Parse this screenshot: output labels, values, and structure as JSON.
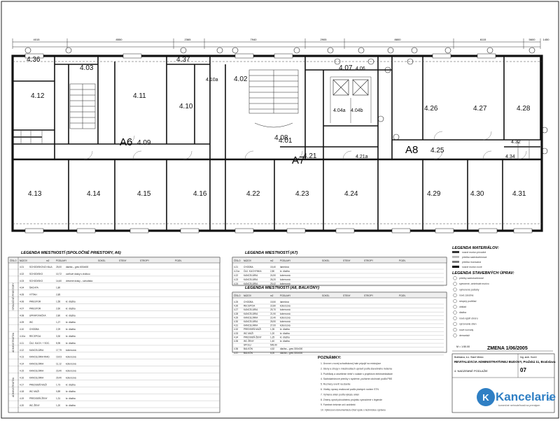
{
  "plan": {
    "rooms": [
      {
        "id": "4.36"
      },
      {
        "id": "4.03"
      },
      {
        "id": "4.37"
      },
      {
        "id": "4.12"
      },
      {
        "id": "4.11"
      },
      {
        "id": "4.10"
      },
      {
        "id": "4.10a"
      },
      {
        "id": "4.02"
      },
      {
        "id": "4.08"
      },
      {
        "id": "4.01"
      },
      {
        "id": "4.09"
      },
      {
        "id": "4.07"
      },
      {
        "id": "4.06"
      },
      {
        "id": "4.04a"
      },
      {
        "id": "4.04b"
      },
      {
        "id": "4.21"
      },
      {
        "id": "4.21a"
      },
      {
        "id": "4.26"
      },
      {
        "id": "4.27"
      },
      {
        "id": "4.28"
      },
      {
        "id": "4.32"
      },
      {
        "id": "4.25"
      },
      {
        "id": "4.34"
      },
      {
        "id": "4.13"
      },
      {
        "id": "4.14"
      },
      {
        "id": "4.15"
      },
      {
        "id": "4.16"
      },
      {
        "id": "4.22"
      },
      {
        "id": "4.23"
      },
      {
        "id": "4.24"
      },
      {
        "id": "4.29"
      },
      {
        "id": "4.30"
      },
      {
        "id": "4.31"
      }
    ],
    "zones": [
      "A6",
      "A7",
      "A8"
    ],
    "top_dims": [
      "4015",
      "8550",
      "2365",
      "7940",
      "2905",
      "8800",
      "6115",
      "5600",
      "1450"
    ]
  },
  "legend_a6": {
    "title": "LEGENDA MIESTNOSTÍ (SPOLOČNÉ PRIESTORY, A6)",
    "headers": [
      "ČÍSLO",
      "NÁZOV",
      "m2",
      "PODLAHY",
      "SOKEL",
      "STENY",
      "STROPY",
      "POZN."
    ],
    "group_labels": [
      "SPOLOČNÉ PRIESTORY",
      "ADMINISTRATÍVA",
      "ADMINISTRATÍVA"
    ],
    "rows": [
      [
        "4.01",
        "SCHODISKOVÁ HALA",
        "25,00",
        "dlažba – gres 600x600",
        "",
        "",
        "",
        "",
        ""
      ],
      [
        "4.02",
        "SCHODISKO",
        "10,72",
        "oceľové dosky s vložkou",
        "",
        "",
        "",
        "",
        ""
      ],
      [
        "4.03",
        "SCHODISKO",
        "14,60",
        "drevené dosky – schodisko",
        "",
        "",
        "",
        "",
        ""
      ],
      [
        "4.04",
        "ŠACHTA",
        "1,80",
        "",
        "",
        "",
        "",
        "",
        ""
      ],
      [
        "4.05",
        "VÝŤAH",
        "2,85",
        "",
        "",
        "",
        "",
        "",
        ""
      ],
      [
        "4.06",
        "PRIESTOR",
        "1,55",
        "kr. dlažba",
        "",
        "",
        "",
        "",
        ""
      ],
      [
        "4.07",
        "PRIESTOR",
        "2,60",
        "kr. dlažba",
        "",
        "",
        "",
        "",
        ""
      ],
      [
        "4.08",
        "UPRATOVAČKA",
        "2,80",
        "kr. dlažba",
        "",
        "",
        "",
        "",
        ""
      ],
      [
        "4.09",
        "WC",
        "1,27",
        "kr. dlažba",
        "",
        "",
        "",
        "",
        ""
      ],
      [
        "4.10",
        "CHODBA",
        "2,29",
        "kr. dlažba",
        "",
        "",
        "",
        "",
        ""
      ],
      [
        "4.10a",
        "RECEPCIA",
        "3,30",
        "kr. dlažba",
        "",
        "",
        "",
        "",
        ""
      ],
      [
        "4.11",
        "ČAJ. KUCH. + SOC.",
        "5,95",
        "kr. dlažba",
        "",
        "",
        "",
        "",
        ""
      ],
      [
        "4.12",
        "KANCELÁRIA",
        "17,79",
        "kobercová",
        "",
        "",
        "",
        "",
        ""
      ],
      [
        "4.13",
        "KANCELÁRIA RIAD.",
        "19,03",
        "kobercová",
        "",
        "",
        "",
        "",
        ""
      ],
      [
        "4.14",
        "KANCELÁRIA",
        "11,12",
        "kobercová",
        "",
        "",
        "",
        "",
        ""
      ],
      [
        "4.15",
        "KANCELÁRIA",
        "23,40",
        "kobercová",
        "",
        "",
        "",
        "",
        ""
      ],
      [
        "4.16",
        "KANCELÁRIA",
        "29,40",
        "kobercová",
        "",
        "",
        "",
        "",
        ""
      ],
      [
        "4.17",
        "PREDSIEŇ MUŽI",
        "1,73",
        "kr. dlažba",
        "",
        "",
        "",
        "",
        ""
      ],
      [
        "4.18",
        "WC MUŽI",
        "0,89",
        "kr. dlažba",
        "",
        "",
        "",
        "",
        ""
      ],
      [
        "4.19",
        "PREDSIEŇ ŽENY",
        "1,31",
        "kr. dlažba",
        "",
        "",
        "",
        "",
        ""
      ],
      [
        "4.20",
        "WC ŽENY",
        "1,20",
        "kr. dlažba",
        "",
        "",
        "",
        "",
        ""
      ]
    ]
  },
  "legend_a7": {
    "title": "LEGENDA MIESTNOSTÍ (A7)",
    "rows": [
      [
        "4.21",
        "CHODBA",
        "15,40",
        "lamelová",
        "",
        "",
        "",
        "",
        ""
      ],
      [
        "4.21a",
        "ČAJ. KUCHYNKA",
        "2,80",
        "kr. dlažba",
        "",
        "",
        "",
        "",
        ""
      ],
      [
        "4.22",
        "KANCELÁRIA",
        "24,90",
        "kobercová",
        "",
        "",
        "",
        "",
        ""
      ],
      [
        "4.23",
        "KANCELÁRIA",
        "26,20",
        "kobercová",
        "",
        "",
        "",
        "",
        ""
      ],
      [
        "4.24",
        "KANCELÁRIA",
        "25,42",
        "kobercová",
        "",
        "",
        "",
        "",
        ""
      ]
    ]
  },
  "legend_a8": {
    "title": "LEGENDA MIESTNOSTÍ (A8, BALKÓNY)",
    "rows": [
      [
        "4.25",
        "CHODBA",
        "15,50",
        "lamelová",
        "",
        "",
        "",
        "",
        ""
      ],
      [
        "4.26",
        "RECEPCIA",
        "22,80",
        "kobercová",
        "",
        "",
        "",
        "",
        ""
      ],
      [
        "4.27",
        "KANCELÁRIA",
        "25,70",
        "kobercová",
        "",
        "",
        "",
        "",
        ""
      ],
      [
        "4.28",
        "KANCELÁRIA",
        "21,90",
        "kobercová",
        "",
        "",
        "",
        "",
        ""
      ],
      [
        "4.29",
        "KANCELÁRIA",
        "22,40",
        "kobercová",
        "",
        "",
        "",
        "",
        ""
      ],
      [
        "4.30",
        "KANCELÁRIA",
        "26,90",
        "kobercová",
        "",
        "",
        "",
        "",
        ""
      ],
      [
        "4.31",
        "KANCELÁRIA",
        "27,00",
        "kobercová",
        "",
        "",
        "",
        "",
        ""
      ],
      [
        "4.32",
        "PREDSIEŇ MUŽI",
        "1,35",
        "kr. dlažba",
        "",
        "",
        "",
        "",
        ""
      ],
      [
        "4.33",
        "WC MUŽI",
        "1,20",
        "kr. dlažba",
        "",
        "",
        "",
        "",
        ""
      ],
      [
        "4.34",
        "PREDSIEŇ ŽENY",
        "1,25",
        "kr. dlažba",
        "",
        "",
        "",
        "",
        ""
      ],
      [
        "4.35",
        "WC ŽENY",
        "1,40",
        "kr. dlažba",
        "",
        "",
        "",
        "",
        ""
      ],
      [
        "",
        "SPOLU",
        "505,90",
        "",
        "",
        "",
        "",
        "",
        ""
      ],
      [
        "4.36",
        "BALKÓN",
        "4,52",
        "dlažba – gres 300x300",
        "",
        "",
        "",
        "",
        ""
      ],
      [
        "4.37",
        "BALKÓN",
        "6,00",
        "dlažba – gres 300x300",
        "",
        "",
        "",
        "",
        ""
      ]
    ]
  },
  "notes": {
    "title": "POZNÁMKY:",
    "lines": [
      "1. Úrovne v novej schodiskovej hale pripojiť na existujúce",
      "2. Steny a stropy v miestnostiach upraviť podľa stavebného riešenia",
      "3. Podhľady a osvetlenie riešiť v súlade s projektom elektroinštalácie",
      "4. Sadrokartónové priečky v systéme, požiarne odolnosti podľa PBS",
      "5. Rozmery overiť na stavbe",
      "6. Všetky úpravy realizovať podľa platných noriem STN",
      "7. Výmena okien podľa výkazu okien",
      "8. Zmeny oproti pôvodnému projektu vyznačené v legende",
      "9. Farebné riešenie určí architekt",
      "10. Výkresovú dokumentáciu čítať spolu s technickou správou"
    ]
  },
  "materials": {
    "title": "LEGENDA MATERIÁLOV:",
    "items": [
      "nosné murivo pôvodné",
      "priečka sadrokartónová",
      "priečka murovaná",
      "nosné murivo nové"
    ]
  },
  "works": {
    "title": "LEGENDA STAVEBNÝCH ÚPRAV:",
    "items": [
      "priečky sadrokartónové",
      "spevnené, omietnuté murivo",
      "vymenené podlahy",
      "nové zárubne",
      "stropný podhľad",
      "obklad",
      "dlažba",
      "nová výplň otvoru",
      "vyrovnanie stien",
      "nové rozvody",
      "demontáž"
    ]
  },
  "revision": {
    "label": "ZMENA 1/06/2005",
    "scale": "M = 1:50.00"
  },
  "title_block": {
    "location": "Bratislava, k.ú. Staré Mesto",
    "project": "REVITALIZÁCIA ADMINISTRATÍVNEJ BUDOVY, Pražská 11, Bratislava",
    "drawing": "4. NADZEMNÉ PODLAŽIE",
    "number": "07",
    "architect": "Ing. arch. Kunčí"
  },
  "watermark": {
    "brand": "Kancelarie",
    "tld": ".sk",
    "tagline": "komerčné nehnuteľnosti na prenájom"
  }
}
